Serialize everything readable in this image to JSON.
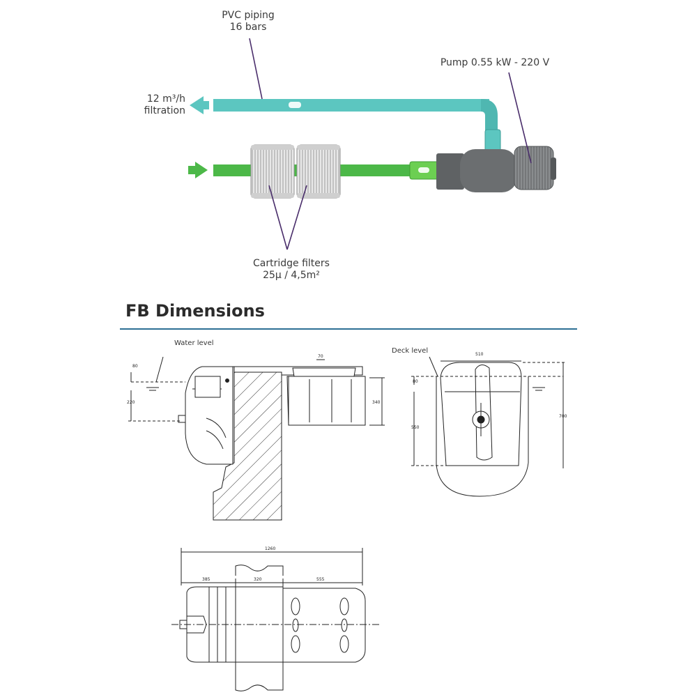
{
  "flow": {
    "piping_label_1": "PVC piping",
    "piping_label_2": "16 bars",
    "outflow_label_1": "12 m³/h",
    "outflow_label_2": "filtration",
    "pump_label": "Pump 0.55 kW - 220 V",
    "filters_label_1": "Cartridge filters",
    "filters_label_2": "25µ / 4,5m²"
  },
  "section": {
    "title": "FB Dimensions"
  },
  "side_view": {
    "water_level_label": "Water level",
    "dim_80": "80",
    "dim_220": "220",
    "dim_70": "70",
    "dim_340": "340"
  },
  "front_view": {
    "deck_level_label": "Deck level",
    "dim_510": "510",
    "dim_80": "80",
    "dim_550": "550",
    "dim_700": "700"
  },
  "top_view": {
    "dim_total": "1260",
    "dim_a": "385",
    "dim_b": "320",
    "dim_c": "555"
  },
  "colors": {
    "return_pipe": "#5cc6c0",
    "suction_pipe": "#4cb848",
    "pump_body": "#6b6e70",
    "leader_line": "#4a2e6b",
    "rule": "#2d6f94"
  }
}
